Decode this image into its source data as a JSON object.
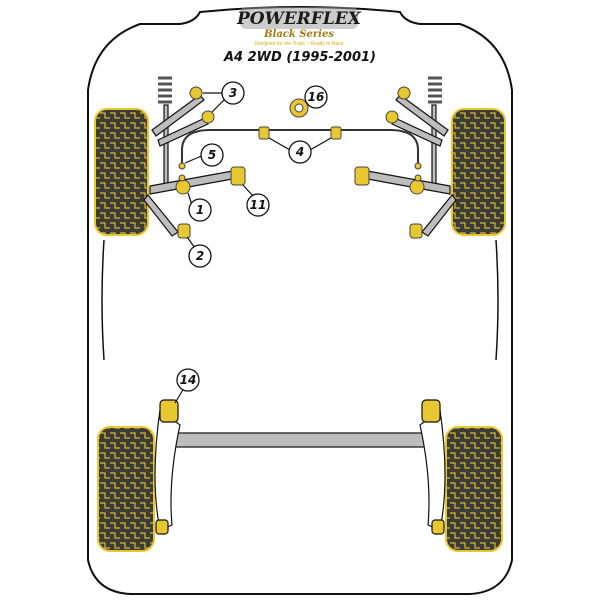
{
  "brand": {
    "name": "POWERFLEX",
    "series": "Black Series",
    "tagline": "Designed for the Track ~ Ready to Race"
  },
  "title": "A4 2WD (1995-2001)",
  "labels": [
    "3",
    "16",
    "4",
    "5",
    "11",
    "1",
    "2",
    "14"
  ],
  "colors": {
    "bush": "#e8c830",
    "tire": "#3b3b38",
    "tire_tread": "#d9b92a",
    "metal": "#bdbdbd",
    "outline": "#111111"
  }
}
